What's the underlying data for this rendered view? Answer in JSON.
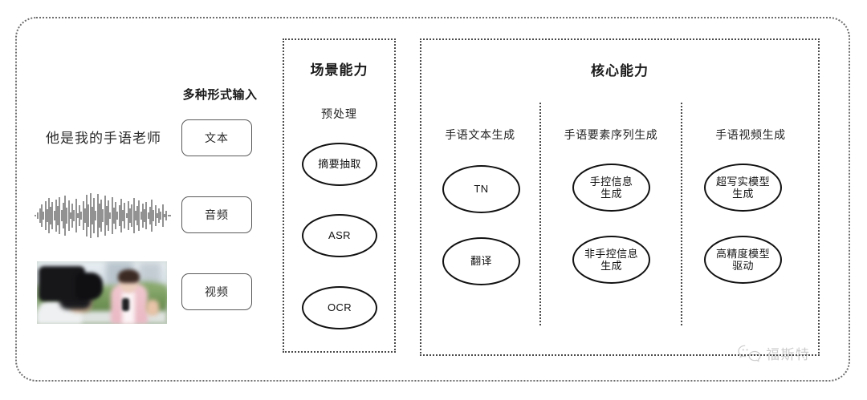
{
  "frame": {
    "border_color": "#6d6d6d"
  },
  "left": {
    "heading": "多种形式输入",
    "sample_sentence": "他是我的手语老师",
    "chips": [
      {
        "name": "text",
        "label": "文本"
      },
      {
        "name": "audio",
        "label": "音频"
      },
      {
        "name": "video",
        "label": "视频"
      }
    ],
    "waveform_alt": "audio-waveform",
    "thumbnail_alt": "camera-operator-filming-reporter"
  },
  "scene_panel": {
    "title": "场景能力",
    "sub_label": "预处理",
    "nodes": [
      {
        "name": "summary-extraction",
        "label": "摘要抽取"
      },
      {
        "name": "asr",
        "label": "ASR"
      },
      {
        "name": "ocr",
        "label": "OCR"
      }
    ]
  },
  "core_panel": {
    "title": "核心能力",
    "columns": [
      {
        "name": "sign-text-generation",
        "label": "手语文本生成",
        "nodes": [
          {
            "name": "tn",
            "label": "TN"
          },
          {
            "name": "translation",
            "label": "翻译"
          }
        ]
      },
      {
        "name": "sign-element-sequence-generation",
        "label": "手语要素序列生成",
        "nodes": [
          {
            "name": "manual-info-generation",
            "label": "手控信息\n生成"
          },
          {
            "name": "non-manual-info-generation",
            "label": "非手控信息\n生成"
          }
        ]
      },
      {
        "name": "sign-video-generation",
        "label": "手语视频生成",
        "nodes": [
          {
            "name": "photorealistic-model-generation",
            "label": "超写实模型\n生成"
          },
          {
            "name": "high-precision-model-driving",
            "label": "高精度模型\n驱动"
          }
        ]
      }
    ]
  },
  "watermark": {
    "text": "福斯特",
    "icon": "wechat-icon",
    "color": "#8d8d8d"
  }
}
